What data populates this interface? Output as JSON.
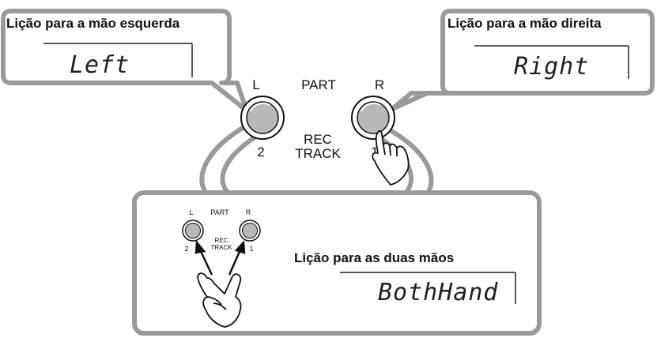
{
  "callouts": {
    "left": {
      "title": "Lição para a mão esquerda",
      "display": "Left"
    },
    "right": {
      "title": "Lição para a mão direita",
      "display": "Right"
    },
    "both": {
      "title": "Lição para as duas mãos",
      "display": "BothHand"
    }
  },
  "panel": {
    "left_label": "L",
    "right_label": "R",
    "part_label": "PART",
    "rec_label": "REC",
    "track_label": "TRACK",
    "left_track": "2",
    "right_track": "1"
  },
  "colors": {
    "bubble_border": "#9a9a9a",
    "button_fill": "#b8b8b8",
    "text": "#111111"
  }
}
